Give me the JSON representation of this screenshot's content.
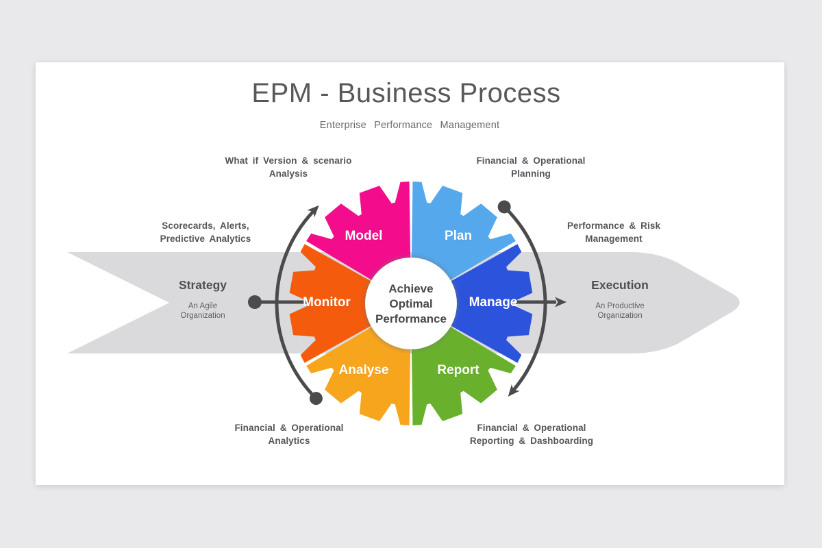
{
  "header": {
    "title": "EPM - Business Process",
    "subtitle": "Enterprise Performance Management"
  },
  "band": {
    "color": "#dadadc",
    "strategy": {
      "title": "Strategy",
      "subtitle": "An Agile Organization"
    },
    "execution": {
      "title": "Execution",
      "subtitle": "An Productive Organization"
    }
  },
  "gear": {
    "center": {
      "lines": [
        "Achieve",
        "Optimal",
        "Performance"
      ]
    },
    "segments": [
      {
        "id": "model",
        "label": "Model",
        "color": "#f30d8c"
      },
      {
        "id": "plan",
        "label": "Plan",
        "color": "#55a8eb"
      },
      {
        "id": "manage",
        "label": "Manage",
        "color": "#2c53db"
      },
      {
        "id": "report",
        "label": "Report",
        "color": "#69b12c"
      },
      {
        "id": "analyse",
        "label": "Analyse",
        "color": "#f7a51d"
      },
      {
        "id": "monitor",
        "label": "Monitor",
        "color": "#f45b0d"
      }
    ]
  },
  "callouts": [
    {
      "id": "what-if",
      "lines": [
        "What if Version & scenario",
        "Analysis"
      ]
    },
    {
      "id": "planning",
      "lines": [
        "Financial & Operational",
        "Planning"
      ]
    },
    {
      "id": "scorecards",
      "lines": [
        "Scorecards, Alerts,",
        "Predictive Analytics"
      ]
    },
    {
      "id": "risk",
      "lines": [
        "Performance & Risk",
        "Management"
      ]
    },
    {
      "id": "analytics",
      "lines": [
        "Financial & Operational",
        "Analytics"
      ]
    },
    {
      "id": "reporting",
      "lines": [
        "Financial & Operational",
        "Reporting & Dashboarding"
      ]
    }
  ],
  "arrow_color": "#4b4b4e"
}
